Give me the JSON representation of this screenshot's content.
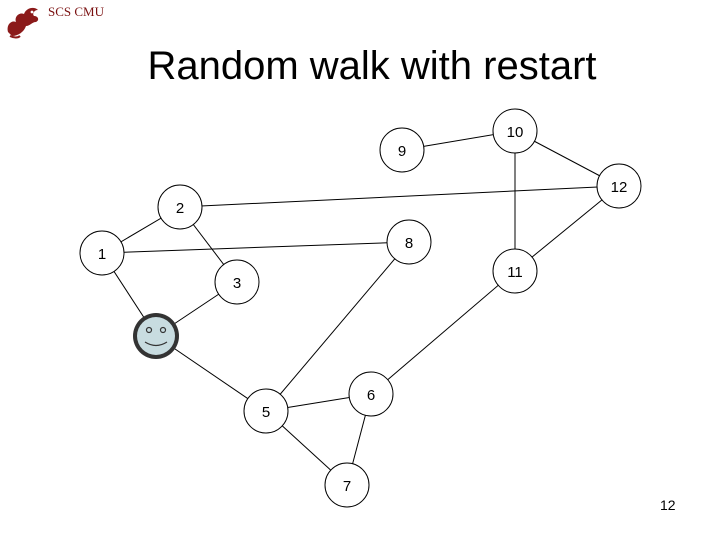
{
  "header": {
    "institution": "SCS CMU"
  },
  "slide": {
    "title": "Random walk with restart",
    "page_number": "12"
  },
  "graph": {
    "nodes": [
      {
        "id": "1",
        "label": "1"
      },
      {
        "id": "2",
        "label": "2"
      },
      {
        "id": "3",
        "label": "3"
      },
      {
        "id": "4",
        "label": "",
        "walker": true
      },
      {
        "id": "5",
        "label": "5"
      },
      {
        "id": "6",
        "label": "6"
      },
      {
        "id": "7",
        "label": "7"
      },
      {
        "id": "8",
        "label": "8"
      },
      {
        "id": "9",
        "label": "9"
      },
      {
        "id": "10",
        "label": "10"
      },
      {
        "id": "11",
        "label": "11"
      },
      {
        "id": "12",
        "label": "12"
      }
    ],
    "edges": [
      [
        "1",
        "2"
      ],
      [
        "1",
        "8"
      ],
      [
        "1",
        "4"
      ],
      [
        "2",
        "3"
      ],
      [
        "2",
        "12"
      ],
      [
        "3",
        "4"
      ],
      [
        "4",
        "5"
      ],
      [
        "5",
        "8"
      ],
      [
        "5",
        "6"
      ],
      [
        "5",
        "7"
      ],
      [
        "6",
        "7"
      ],
      [
        "6",
        "11"
      ],
      [
        "9",
        "10"
      ],
      [
        "10",
        "12"
      ],
      [
        "10",
        "11"
      ],
      [
        "11",
        "12"
      ]
    ],
    "colors": {
      "walker_fill": "#c8dce0",
      "walker_ring": "#333333",
      "node_stroke": "#000000"
    }
  }
}
